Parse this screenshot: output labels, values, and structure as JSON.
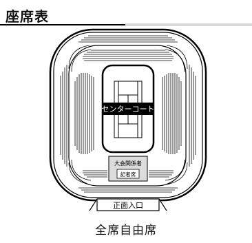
{
  "header": {
    "title": "座席表"
  },
  "map": {
    "court_label": "センターコート",
    "press_box_label_1": "大会関係者",
    "press_box_label_2": "記者席",
    "entrance_label": "正面入口"
  },
  "caption": "全席自由席"
}
